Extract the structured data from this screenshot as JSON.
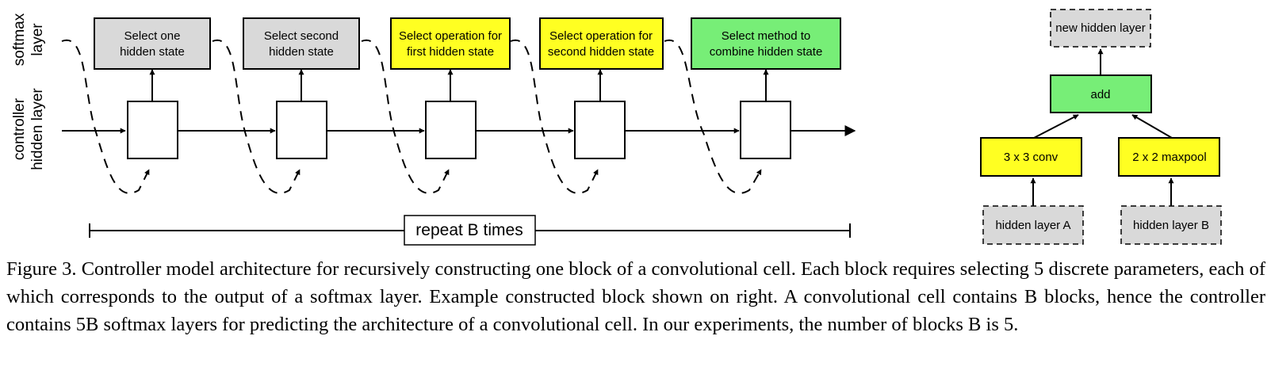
{
  "diagram": {
    "side_labels": {
      "softmax": [
        "softmax",
        "layer"
      ],
      "controller": [
        "controller",
        "hidden layer"
      ]
    },
    "softmax_boxes": [
      {
        "lines": [
          "Select one",
          "hidden state"
        ],
        "fill": "#d9d9d9"
      },
      {
        "lines": [
          "Select second",
          "hidden state"
        ],
        "fill": "#d9d9d9"
      },
      {
        "lines": [
          "Select operation for",
          "first hidden state"
        ],
        "fill": "#ffff22"
      },
      {
        "lines": [
          "Select operation for",
          "second hidden state"
        ],
        "fill": "#ffff22"
      },
      {
        "lines": [
          "Select method to",
          "combine hidden state"
        ],
        "fill": "#77ee77"
      }
    ],
    "repeat_label": "repeat B times",
    "example_block": {
      "output": "new hidden layer",
      "combine": "add",
      "op_a": "3 x 3 conv",
      "op_b": "2 x 2 maxpool",
      "input_a": "hidden layer A",
      "input_b": "hidden layer B"
    },
    "colors": {
      "gray": "#d9d9d9",
      "yellow": "#ffff22",
      "green": "#77ee77"
    }
  },
  "caption": {
    "label": "Figure 3.",
    "text": "Controller model architecture for recursively constructing one block of a convolutional cell.  Each block requires selecting 5 discrete parameters, each of which corresponds to the output of a softmax layer. Example constructed block shown on right.  A convolutional cell contains B blocks, hence the controller contains 5B softmax layers for predicting the architecture of a convolutional cell. In our experiments, the number of blocks B is 5."
  }
}
